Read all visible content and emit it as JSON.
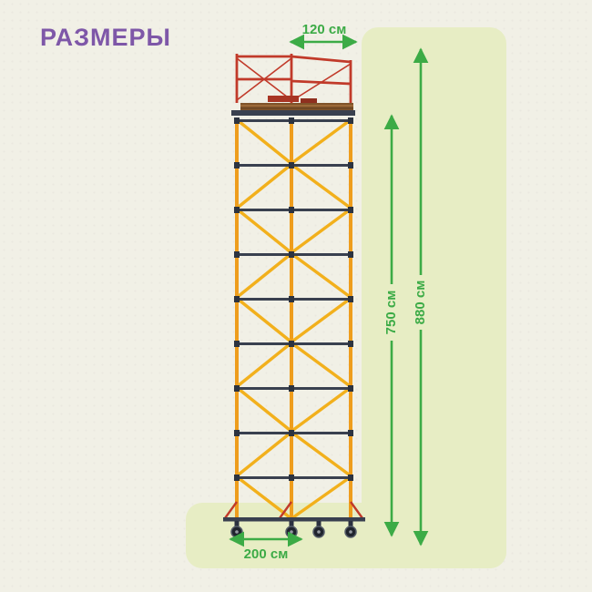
{
  "title": "РАЗМЕРЫ",
  "dimensions": {
    "top_width": "120 см",
    "outer_height": "880 см",
    "inner_height": "750 см",
    "base_width": "200 см"
  },
  "colors": {
    "background": "#f1f0e6",
    "panel_green": "#e7edc4",
    "accent_green": "#3cab46",
    "title_purple": "#7e57a8",
    "scaffold_red": "#c13a2a",
    "scaffold_orange": "#ee9d1d",
    "scaffold_yellow": "#f2b01c",
    "scaffold_dark": "#39404f",
    "wood": "#80532a"
  }
}
